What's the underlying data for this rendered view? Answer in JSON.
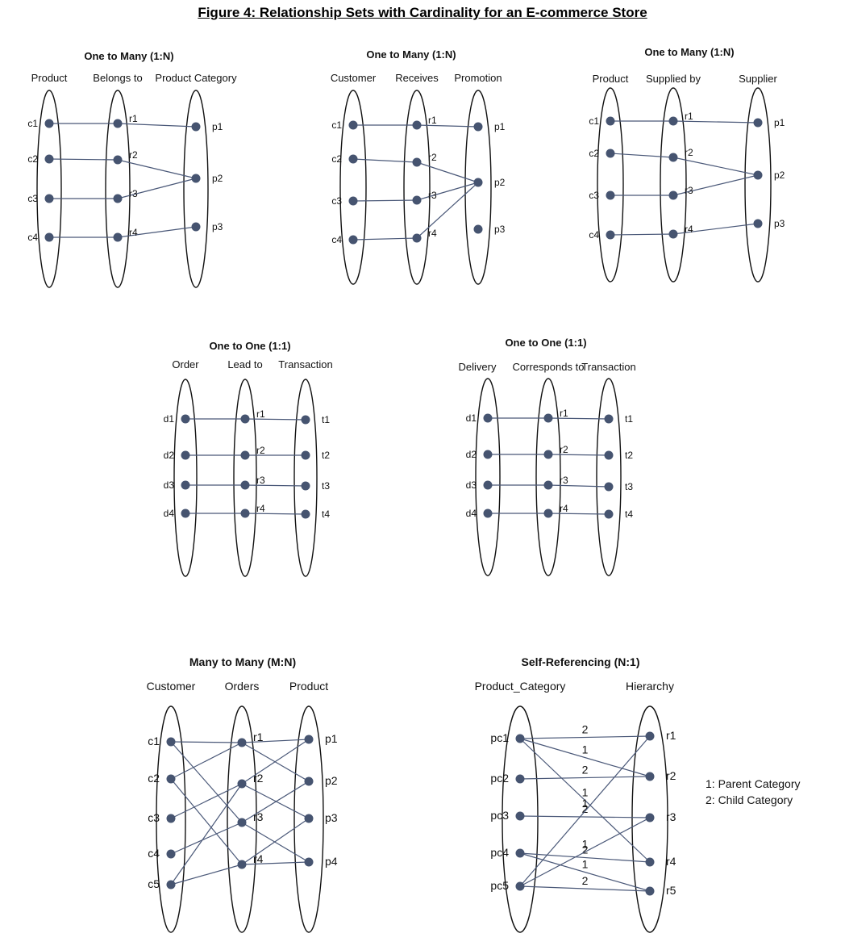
{
  "figure": {
    "title": "Figure 4: Relationship Sets with Cardinality for an E-commerce Store"
  },
  "diagrams": [
    {
      "title": "One to Many (1:N)",
      "columns": [
        {
          "header": "Product",
          "nodes": [
            "c1",
            "c2",
            "c3",
            "c4"
          ]
        },
        {
          "header": "Belongs to",
          "nodes": [
            "r1",
            "r2",
            "r3",
            "r4"
          ]
        },
        {
          "header": "Product Category",
          "nodes": [
            "p1",
            "p2",
            "p3"
          ]
        }
      ],
      "links": [
        [
          0,
          0,
          1,
          0
        ],
        [
          0,
          1,
          1,
          1
        ],
        [
          0,
          2,
          1,
          2
        ],
        [
          0,
          3,
          1,
          3
        ],
        [
          1,
          0,
          2,
          0
        ],
        [
          1,
          1,
          2,
          1
        ],
        [
          1,
          2,
          2,
          1
        ],
        [
          1,
          3,
          2,
          2
        ]
      ]
    },
    {
      "title": "One to Many (1:N)",
      "columns": [
        {
          "header": "Customer",
          "nodes": [
            "c1",
            "c2",
            "c3",
            "c4"
          ]
        },
        {
          "header": "Receives",
          "nodes": [
            "r1",
            "r2",
            "r3",
            "r4"
          ]
        },
        {
          "header": "Promotion",
          "nodes": [
            "p1",
            "p2",
            "p3"
          ]
        }
      ],
      "links": [
        [
          0,
          0,
          1,
          0
        ],
        [
          0,
          1,
          1,
          1
        ],
        [
          0,
          2,
          1,
          2
        ],
        [
          0,
          3,
          1,
          3
        ],
        [
          1,
          0,
          2,
          0
        ],
        [
          1,
          1,
          2,
          1
        ],
        [
          1,
          2,
          2,
          1
        ],
        [
          1,
          3,
          2,
          1
        ]
      ]
    },
    {
      "title": "One to Many (1:N)",
      "columns": [
        {
          "header": "Product",
          "nodes": [
            "c1",
            "c2",
            "c3",
            "c4"
          ]
        },
        {
          "header": "Supplied by",
          "nodes": [
            "r1",
            "r2",
            "r3",
            "r4"
          ]
        },
        {
          "header": "Supplier",
          "nodes": [
            "p1",
            "p2",
            "p3"
          ]
        }
      ],
      "links": [
        [
          0,
          0,
          1,
          0
        ],
        [
          0,
          1,
          1,
          1
        ],
        [
          0,
          2,
          1,
          2
        ],
        [
          0,
          3,
          1,
          3
        ],
        [
          1,
          0,
          2,
          0
        ],
        [
          1,
          1,
          2,
          1
        ],
        [
          1,
          2,
          2,
          1
        ],
        [
          1,
          3,
          2,
          2
        ]
      ]
    },
    {
      "title": "One to One (1:1)",
      "columns": [
        {
          "header": "Order",
          "nodes": [
            "d1",
            "d2",
            "d3",
            "d4"
          ]
        },
        {
          "header": "Lead to",
          "nodes": [
            "r1",
            "r2",
            "r3",
            "r4"
          ]
        },
        {
          "header": "Transaction",
          "nodes": [
            "t1",
            "t2",
            "t3",
            "t4"
          ]
        }
      ],
      "links": [
        [
          0,
          0,
          1,
          0
        ],
        [
          0,
          1,
          1,
          1
        ],
        [
          0,
          2,
          1,
          2
        ],
        [
          0,
          3,
          1,
          3
        ],
        [
          1,
          0,
          2,
          0
        ],
        [
          1,
          1,
          2,
          1
        ],
        [
          1,
          2,
          2,
          2
        ],
        [
          1,
          3,
          2,
          3
        ]
      ]
    },
    {
      "title": "One to One (1:1)",
      "columns": [
        {
          "header": "Delivery",
          "nodes": [
            "d1",
            "d2",
            "d3",
            "d4"
          ]
        },
        {
          "header": "Corresponds to",
          "nodes": [
            "r1",
            "r2",
            "r3",
            "r4"
          ]
        },
        {
          "header": "Transaction",
          "nodes": [
            "t1",
            "t2",
            "t3",
            "t4"
          ]
        }
      ],
      "links": [
        [
          0,
          0,
          1,
          0
        ],
        [
          0,
          1,
          1,
          1
        ],
        [
          0,
          2,
          1,
          2
        ],
        [
          0,
          3,
          1,
          3
        ],
        [
          1,
          0,
          2,
          0
        ],
        [
          1,
          1,
          2,
          1
        ],
        [
          1,
          2,
          2,
          2
        ],
        [
          1,
          3,
          2,
          3
        ]
      ]
    },
    {
      "title": "Many to Many (M:N)",
      "columns": [
        {
          "header": "Customer",
          "nodes": [
            "c1",
            "c2",
            "c3",
            "c4",
            "c5"
          ]
        },
        {
          "header": "Orders",
          "nodes": [
            "r1",
            "r2",
            "r3",
            "r4"
          ]
        },
        {
          "header": "Product",
          "nodes": [
            "p1",
            "p2",
            "p3",
            "p4"
          ]
        }
      ],
      "links": [
        [
          0,
          0,
          1,
          0
        ],
        [
          0,
          0,
          1,
          2
        ],
        [
          0,
          1,
          1,
          0
        ],
        [
          0,
          1,
          1,
          3
        ],
        [
          0,
          2,
          1,
          1
        ],
        [
          0,
          3,
          1,
          2
        ],
        [
          0,
          4,
          1,
          1
        ],
        [
          0,
          4,
          1,
          3
        ],
        [
          1,
          0,
          2,
          0
        ],
        [
          1,
          0,
          2,
          1
        ],
        [
          1,
          1,
          2,
          0
        ],
        [
          1,
          1,
          2,
          2
        ],
        [
          1,
          2,
          2,
          1
        ],
        [
          1,
          2,
          2,
          3
        ],
        [
          1,
          3,
          2,
          2
        ],
        [
          1,
          3,
          2,
          3
        ]
      ]
    },
    {
      "title": "Self-Referencing  (N:1)",
      "columns": [
        {
          "header": "Product_Category",
          "nodes": [
            "pc1",
            "pc2",
            "pc3",
            "pc4",
            "pc5"
          ]
        },
        {
          "header": "Hierarchy",
          "nodes": [
            "r1",
            "r2",
            "r3",
            "r4",
            "r5"
          ]
        }
      ],
      "links": [
        [
          0,
          0,
          1,
          0,
          "2"
        ],
        [
          0,
          0,
          1,
          1,
          "1"
        ],
        [
          0,
          0,
          1,
          3,
          "1"
        ],
        [
          0,
          1,
          1,
          1,
          "2"
        ],
        [
          0,
          2,
          1,
          2,
          "2"
        ],
        [
          0,
          3,
          1,
          3,
          "2"
        ],
        [
          0,
          3,
          1,
          4,
          "1"
        ],
        [
          0,
          4,
          1,
          0,
          "1"
        ],
        [
          0,
          4,
          1,
          2,
          "1"
        ],
        [
          0,
          4,
          1,
          4,
          "2"
        ]
      ],
      "legend": [
        "1: Parent Category",
        "2: Child Category"
      ]
    }
  ]
}
